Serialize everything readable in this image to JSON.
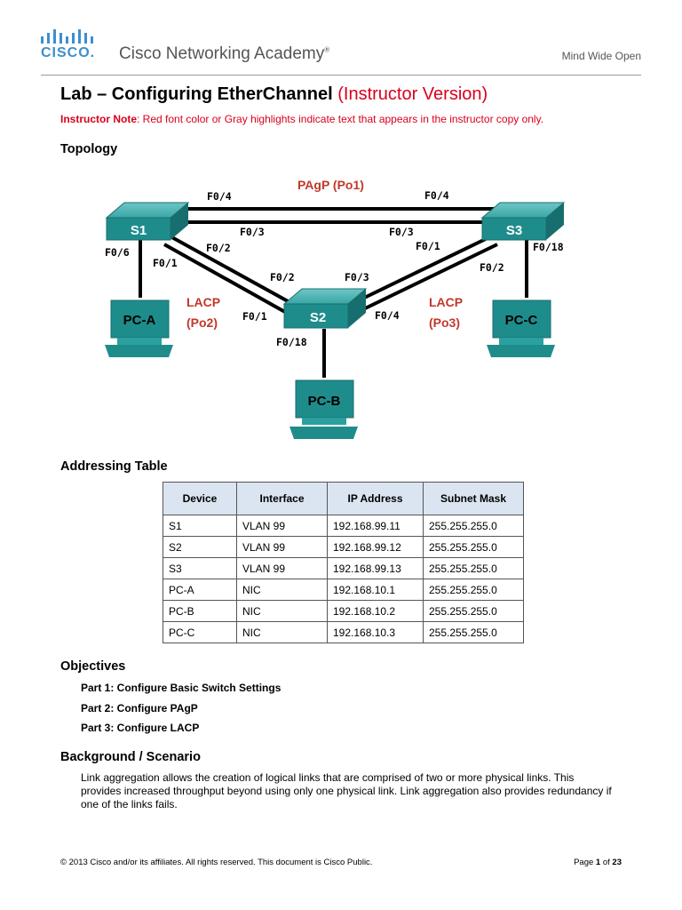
{
  "header": {
    "logo_text": "CISCO.",
    "academy_name": "Cisco Networking Academy",
    "tagline": "Mind Wide Open"
  },
  "title": {
    "main": "Lab – Configuring EtherChannel",
    "version": "(Instructor Version)"
  },
  "instructor_note": {
    "label": "Instructor Note",
    "text": ": Red font color or Gray highlights indicate text that appears in the instructor copy only."
  },
  "sections": {
    "topology": "Topology",
    "addressing": "Addressing Table",
    "objectives": "Objectives",
    "background": "Background / Scenario"
  },
  "topology": {
    "switches": {
      "s1": "S1",
      "s2": "S2",
      "s3": "S3"
    },
    "pcs": {
      "pca": "PC-A",
      "pcb": "PC-B",
      "pcc": "PC-C"
    },
    "groups": {
      "pagp": "PAgP (Po1)",
      "lacp1_a": "LACP",
      "lacp1_b": "(Po2)",
      "lacp2_a": "LACP",
      "lacp2_b": "(Po3)"
    },
    "ports": {
      "s1_f04": "F0/4",
      "s1_f03": "F0/3",
      "s1_f02": "F0/2",
      "s1_f01": "F0/1",
      "s1_f06": "F0/6",
      "s3_f04": "F0/4",
      "s3_f03": "F0/3",
      "s3_f01": "F0/1",
      "s3_f02": "F0/2",
      "s3_f018": "F0/18",
      "s2_f02": "F0/2",
      "s2_f03": "F0/3",
      "s2_f01": "F0/1",
      "s2_f04": "F0/4",
      "s2_f018": "F0/18"
    }
  },
  "addressing_table": {
    "headers": [
      "Device",
      "Interface",
      "IP Address",
      "Subnet Mask"
    ],
    "rows": [
      [
        "S1",
        "VLAN 99",
        "192.168.99.11",
        "255.255.255.0"
      ],
      [
        "S2",
        "VLAN 99",
        "192.168.99.12",
        "255.255.255.0"
      ],
      [
        "S3",
        "VLAN 99",
        "192.168.99.13",
        "255.255.255.0"
      ],
      [
        "PC-A",
        "NIC",
        "192.168.10.1",
        "255.255.255.0"
      ],
      [
        "PC-B",
        "NIC",
        "192.168.10.2",
        "255.255.255.0"
      ],
      [
        "PC-C",
        "NIC",
        "192.168.10.3",
        "255.255.255.0"
      ]
    ]
  },
  "objectives": [
    "Part 1: Configure Basic Switch Settings",
    "Part 2: Configure PAgP",
    "Part 3: Configure LACP"
  ],
  "background_text": "Link aggregation allows the creation of logical links that are comprised of two or more physical links. This provides increased throughput beyond using only one physical link. Link aggregation also provides redundancy if one of the links fails.",
  "footer": {
    "copyright": "© 2013 Cisco and/or its affiliates. All rights reserved. This document is Cisco Public.",
    "page_prefix": "Page ",
    "page_num": "1",
    "page_of": " of ",
    "page_total": "23"
  },
  "colors": {
    "accent_red": "#d9001b",
    "switch_teal": "#1f8c8c",
    "table_header": "#dbe5f1"
  }
}
